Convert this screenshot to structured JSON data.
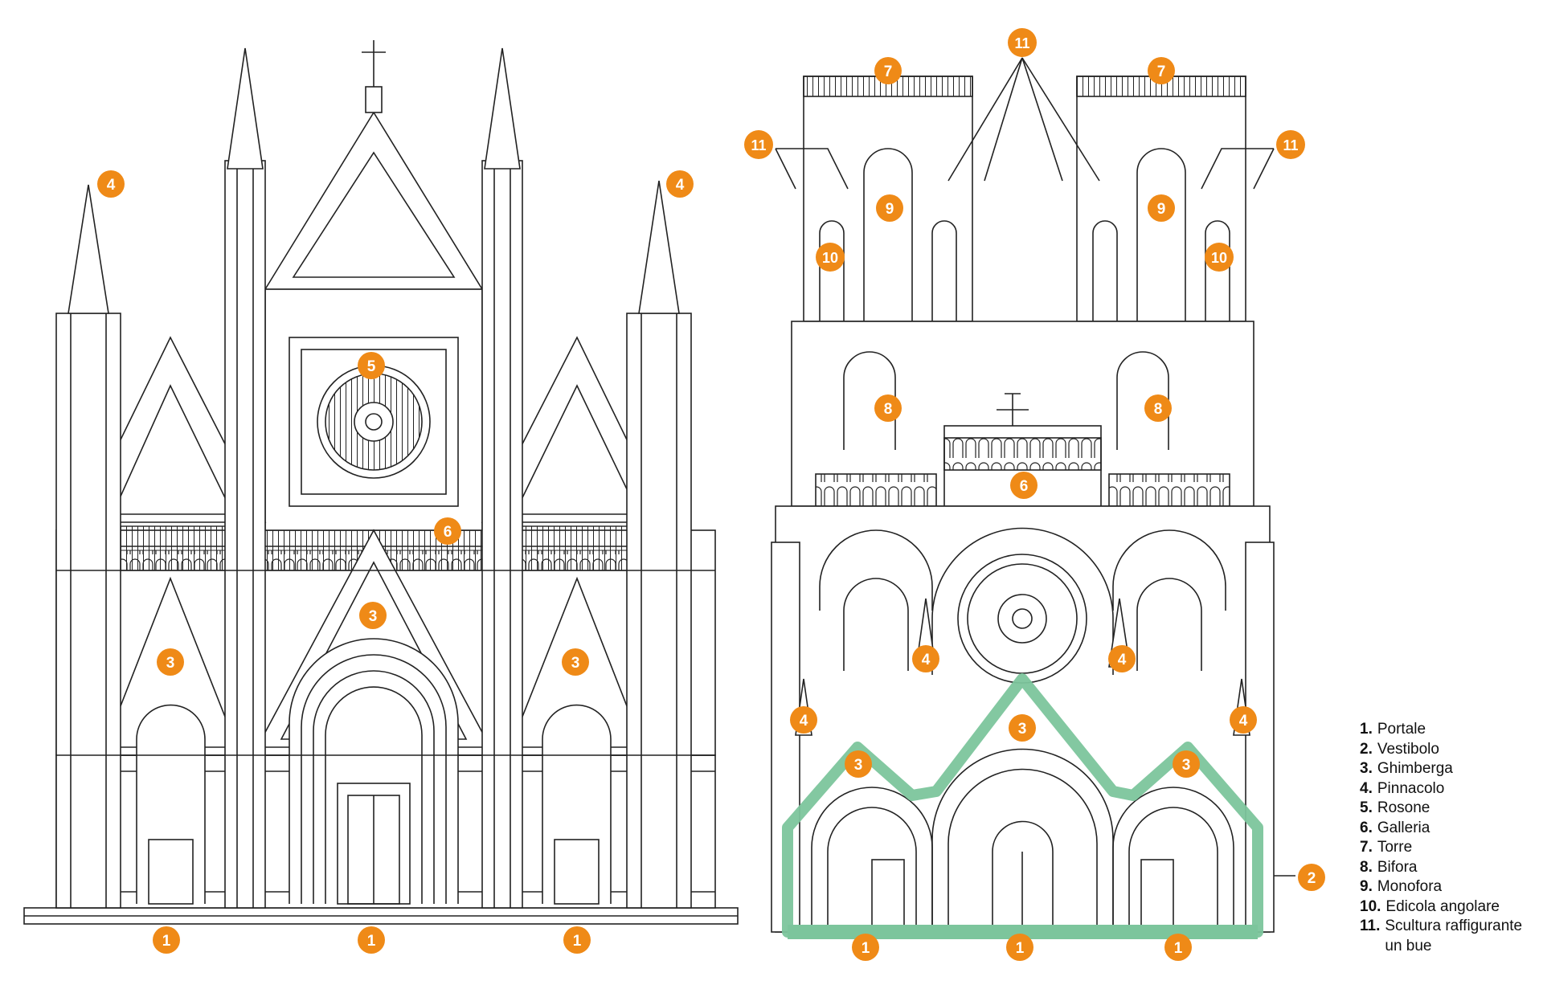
{
  "colors": {
    "marker": "#ef8a17",
    "marker_text": "#ffffff",
    "line": "#222222",
    "highlight": "#7cc59c"
  },
  "markers": {
    "m1": "1",
    "m2": "2",
    "m3": "3",
    "m4": "4",
    "m5": "5",
    "m6": "6",
    "m7": "7",
    "m8": "8",
    "m9": "9",
    "m10": "10",
    "m11": "11"
  },
  "legend": [
    {
      "num": "1.",
      "text": "Portale"
    },
    {
      "num": "2.",
      "text": "Vestibolo"
    },
    {
      "num": "3.",
      "text": "Ghimberga"
    },
    {
      "num": "4.",
      "text": "Pinnacolo"
    },
    {
      "num": "5.",
      "text": "Rosone"
    },
    {
      "num": "6.",
      "text": "Galleria"
    },
    {
      "num": "7.",
      "text": "Torre"
    },
    {
      "num": "8.",
      "text": "Bifora"
    },
    {
      "num": "9.",
      "text": "Monofora"
    },
    {
      "num": "10.",
      "text": "Edicola angolare"
    },
    {
      "num": "11.",
      "text": "Scultura raffigurante un bue"
    }
  ]
}
